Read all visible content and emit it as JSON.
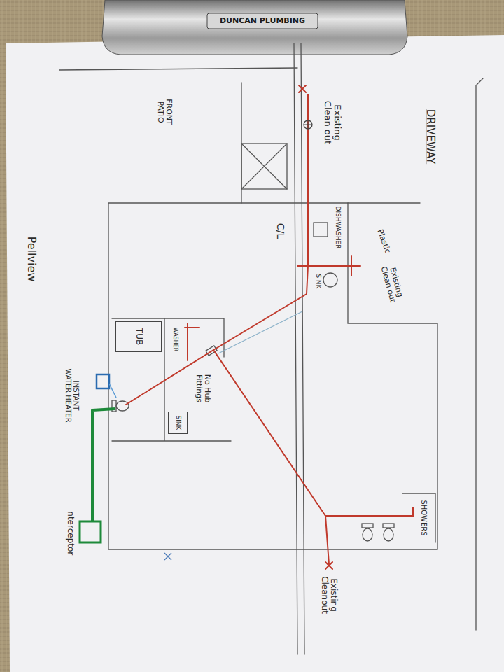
{
  "diagram": {
    "nodes": [
      {
        "text": [
          "TUB"
        ]
      },
      {
        "text": [
          "WASHER"
        ]
      },
      {
        "text": [
          "SINK"
        ]
      }
    ],
    "labels": [
      "DUNCAN PLUMBING",
      "DRIVEWAY",
      "FRONT PATIO",
      "Existing Clean out",
      "Pellview",
      "DISHWASHER",
      "Plastic",
      "Existing Clean out",
      "SINK",
      "C/L",
      "No Hub Fittings",
      "INSTANT WATER HEATER",
      "Interceptor",
      "SHOWERS",
      "Existing Cleanout"
    ]
  }
}
